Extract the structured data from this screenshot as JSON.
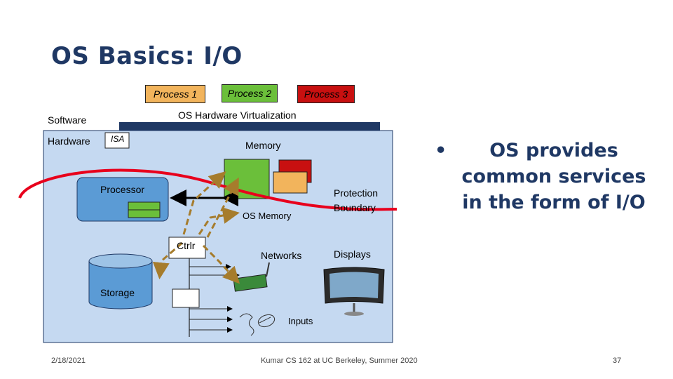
{
  "slide": {
    "title": "OS Basics: I/O",
    "bullet": "OS provides common services in the form of I/O",
    "footer": {
      "date": "2/18/2021",
      "course": "Kumar CS 162 at UC Berkeley, Summer 2020",
      "page": "37"
    }
  },
  "diagram": {
    "processes": [
      "Process 1",
      "Process 2",
      "Process 3"
    ],
    "virtualization": "OS Hardware Virtualization",
    "software": "Software",
    "hardware": "Hardware",
    "isa": "ISA",
    "memory": "Memory",
    "processor": "Processor",
    "os_memory": "OS Memory",
    "protection_boundary_1": "Protection",
    "protection_boundary_2": "Boundary",
    "ctrlr": "Ctrlr",
    "networks": "Networks",
    "displays": "Displays",
    "storage": "Storage",
    "inputs": "Inputs"
  },
  "colors": {
    "title": "#1f3864",
    "process1": "#f2b45c",
    "process2": "#6bbf3a",
    "process3": "#c81010",
    "hardware_box": "#c5d9f1",
    "bar": "#1f3864",
    "curve": "#e8001c",
    "arrow": "#a67c2c"
  }
}
